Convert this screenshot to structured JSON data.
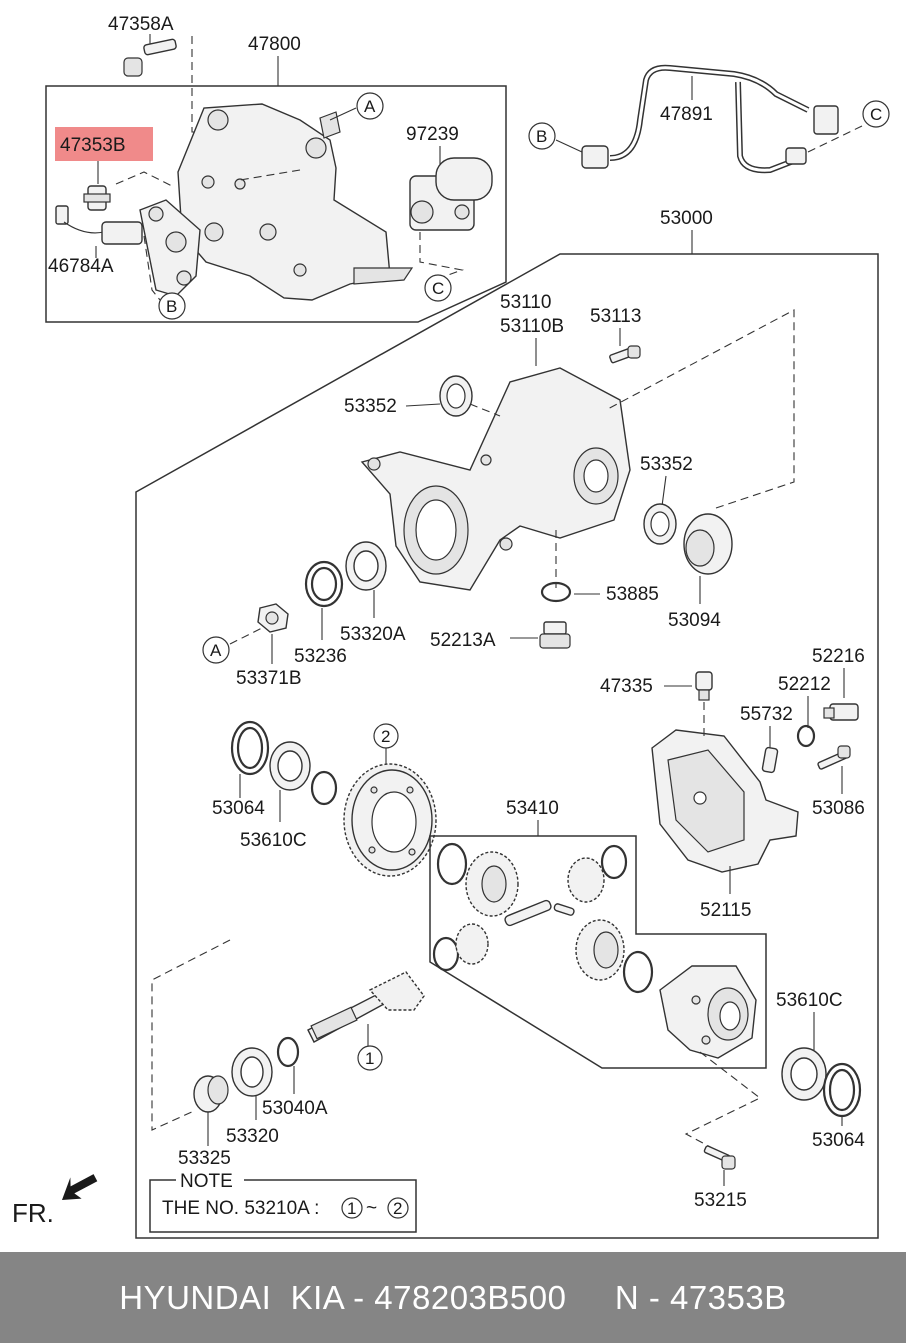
{
  "labels": {
    "p47358A": "47358A",
    "p47800": "47800",
    "p47353B": "47353B",
    "p97239": "97239",
    "p46784A": "46784A",
    "p47891": "47891",
    "p53000": "53000",
    "p53110": "53110",
    "p53110B": "53110B",
    "p53113": "53113",
    "p53352a": "53352",
    "p53352b": "53352",
    "p53885": "53885",
    "p53094": "53094",
    "p53320A": "53320A",
    "p53236": "53236",
    "p52213A": "52213A",
    "p53371B": "53371B",
    "p47335": "47335",
    "p52216": "52216",
    "p52212": "52212",
    "p55732": "55732",
    "p53086": "53086",
    "p53064a": "53064",
    "p53610Ca": "53610C",
    "p53410": "53410",
    "p52115": "52115",
    "p53610Cb": "53610C",
    "p53064b": "53064",
    "p53040A": "53040A",
    "p53320": "53320",
    "p53325": "53325",
    "p53215": "53215"
  },
  "refs": {
    "A": "A",
    "B": "B",
    "C": "C",
    "one": "1",
    "two": "2"
  },
  "note": {
    "title": "NOTE",
    "text": "THE NO. 53210A :",
    "range_sep": "~"
  },
  "fr_label": "FR.",
  "highlight_color": "#f08a8a",
  "footer": {
    "text": "HYUNDAI  KIA - 478203B500     N - 47353B"
  }
}
